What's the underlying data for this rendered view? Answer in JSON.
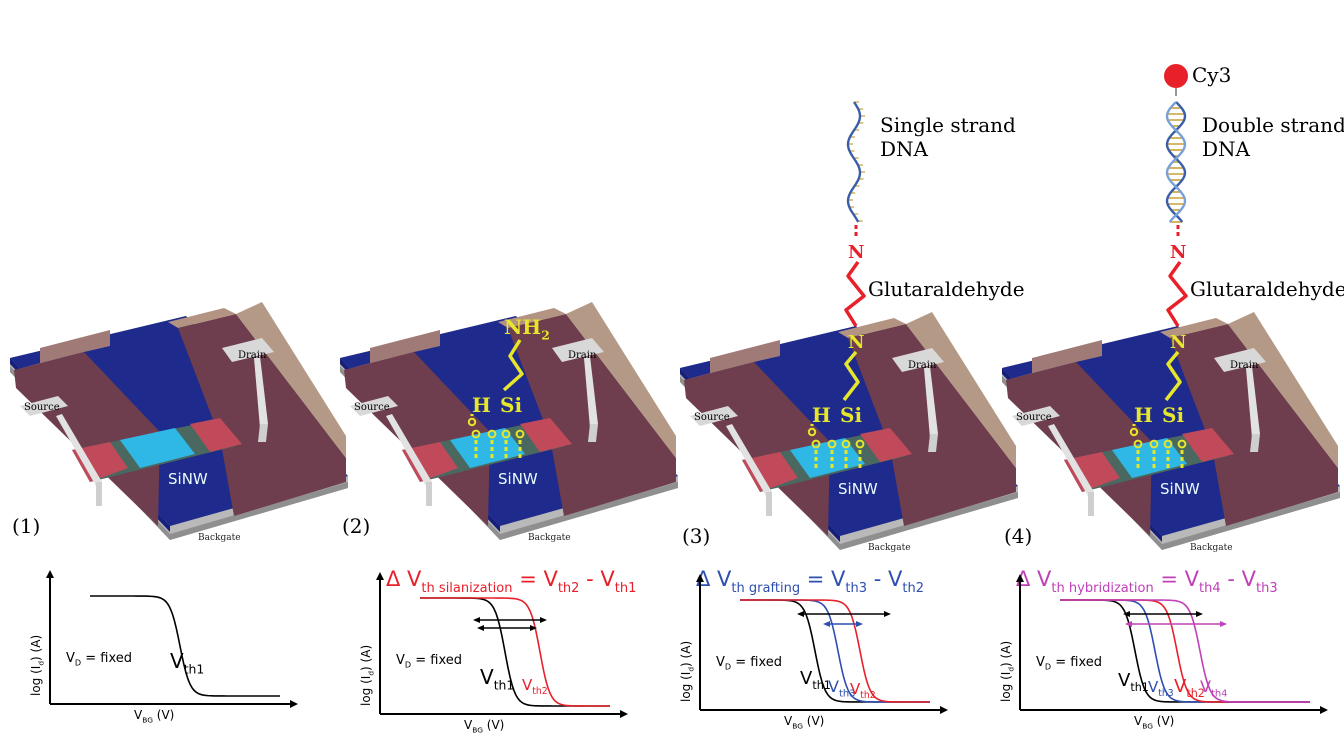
{
  "panels": [
    {
      "index": "(1)",
      "device": {
        "source": "Source",
        "drain": "Drain",
        "nanowire": "SiNW",
        "backgate": "Backgate"
      },
      "plot": {
        "ylabel": "log (I",
        "ylabel_sub": "d",
        "ylabel_end": ") (A)",
        "xlabel": "V",
        "xlabel_sub": "BG",
        "xlabel_end": " (V)",
        "vd_label": "V",
        "vd_sub": "D",
        "vd_end": " = fixed",
        "curves": [
          {
            "label": "V",
            "sub": "th1",
            "color": "#000000"
          }
        ]
      }
    },
    {
      "index": "(2)",
      "device": {
        "source": "Source",
        "drain": "Drain",
        "nanowire": "SiNW",
        "backgate": "Backgate"
      },
      "chem": {
        "nh2": "NH",
        "nh2_sub": "2",
        "h": "H",
        "si": "Si",
        "o": "o"
      },
      "equation": {
        "delta": "Δ V",
        "sub": "th silanization",
        "rhs1": " = V",
        "rhs1_sub": "th2",
        "rhs2": " - V",
        "rhs2_sub": "th1",
        "color": "#e8202a"
      },
      "plot": {
        "ylabel": "log (I",
        "ylabel_sub": "d",
        "ylabel_end": ") (A)",
        "xlabel": "V",
        "xlabel_sub": "BG",
        "xlabel_end": " (V)",
        "vd_label": "V",
        "vd_sub": "D",
        "vd_end": " = fixed",
        "curves": [
          {
            "label": "V",
            "sub": "th1",
            "color": "#000000"
          },
          {
            "label": "V",
            "sub": "th2",
            "color": "#e8202a"
          }
        ]
      }
    },
    {
      "index": "(3)",
      "device": {
        "source": "Source",
        "drain": "Drain",
        "nanowire": "SiNW",
        "backgate": "Backgate"
      },
      "chem": {
        "h": "H",
        "si": "Si",
        "o": "o",
        "n_lower": "N",
        "n_upper": "N",
        "linker": "Glutaraldehyde",
        "dna": "Single strand",
        "dna2": "DNA"
      },
      "equation": {
        "delta": "Δ V",
        "sub": "th grafting",
        "rhs1": " = V",
        "rhs1_sub": "th3",
        "rhs2": " - V",
        "rhs2_sub": "th2",
        "color": "#2e4fb0"
      },
      "plot": {
        "ylabel": "log (I",
        "ylabel_sub": "d",
        "ylabel_end": ") (A)",
        "xlabel": "V",
        "xlabel_sub": "BG",
        "xlabel_end": " (V)",
        "vd_label": "V",
        "vd_sub": "D",
        "vd_end": " = fixed",
        "curves": [
          {
            "label": "V",
            "sub": "th1",
            "color": "#000000"
          },
          {
            "label": "V",
            "sub": "th3",
            "color": "#2e4fb0"
          },
          {
            "label": "V",
            "sub": "th2",
            "color": "#e8202a"
          }
        ]
      }
    },
    {
      "index": "(4)",
      "device": {
        "source": "Source",
        "drain": "Drain",
        "nanowire": "SiNW",
        "backgate": "Backgate"
      },
      "chem": {
        "h": "H",
        "si": "Si",
        "o": "o",
        "n_lower": "N",
        "n_upper": "N",
        "linker": "Glutaraldehyde",
        "dna": "Double strand",
        "dna2": "DNA",
        "dye": "Cy3"
      },
      "equation": {
        "delta": "Δ V",
        "sub": "th hybridization",
        "rhs1": " = V",
        "rhs1_sub": "th4",
        "rhs2": " - V",
        "rhs2_sub": "th3",
        "color": "#c040b8"
      },
      "plot": {
        "ylabel": "log (I",
        "ylabel_sub": "d",
        "ylabel_end": ") (A)",
        "xlabel": "V",
        "xlabel_sub": "BG",
        "xlabel_end": " (V)",
        "vd_label": "V",
        "vd_sub": "D",
        "vd_end": " = fixed",
        "curves": [
          {
            "label": "V",
            "sub": "th1",
            "color": "#000000"
          },
          {
            "label": "V",
            "sub": "th3",
            "color": "#2e4fb0"
          },
          {
            "label": "V",
            "sub": "th2",
            "color": "#e8202a"
          },
          {
            "label": "V",
            "sub": "th4",
            "color": "#c040b8"
          }
        ]
      }
    }
  ],
  "colors": {
    "substrate": "#1e2a8c",
    "electrode": "#6e3d4e",
    "pad": "#c04a5a",
    "channel": "#2fb8e6",
    "linker_red": "#e8202a",
    "silane_yellow": "#e6e62a"
  }
}
